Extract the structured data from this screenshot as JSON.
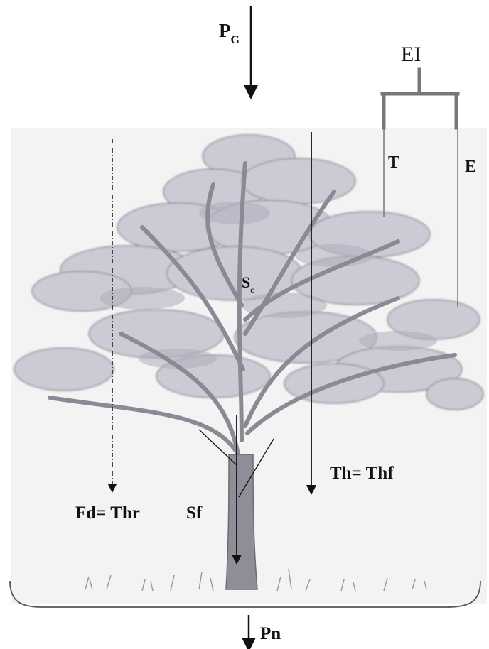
{
  "labels": {
    "precip_main": "P",
    "precip_sub": "G",
    "ei": "EI",
    "t": "T",
    "e": "E",
    "sc_main": "S",
    "sc_sub": "c",
    "th": "Th= Thf",
    "fd": "Fd= Thr",
    "sf": "Sf",
    "pn": "Pn"
  },
  "colors": {
    "ink": "#111111",
    "tree_outline": "#6f6f78",
    "foliage": "#c9c9d3",
    "foliage_shade": "#a9a9b6",
    "trunk": "#8d8d96",
    "bracket": "#777777",
    "sky_wash": "#eeeeee"
  }
}
